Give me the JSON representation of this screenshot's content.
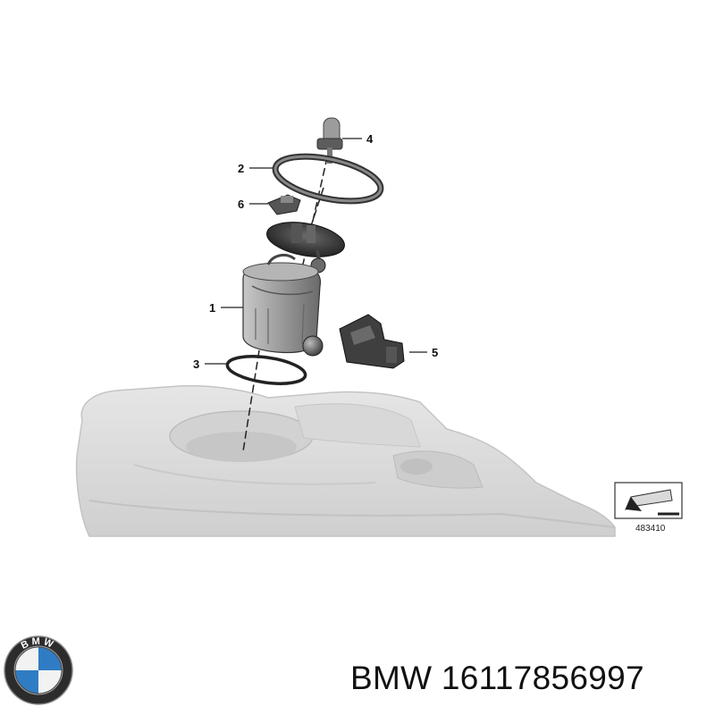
{
  "diagram": {
    "callouts": [
      {
        "id": "1",
        "label": "1"
      },
      {
        "id": "2",
        "label": "2"
      },
      {
        "id": "3",
        "label": "3"
      },
      {
        "id": "4",
        "label": "4"
      },
      {
        "id": "5",
        "label": "5"
      },
      {
        "id": "6",
        "label": "6"
      }
    ],
    "reference_code": "483410"
  },
  "brand": {
    "logo_text": "BMW",
    "caption_brand": "BMW",
    "part_number": "16117856997"
  },
  "colors": {
    "tank": "#dcdcdc",
    "part_dark": "#3a3a3a",
    "part_mid": "#8a8a8a",
    "logo_blue": "#2f7cc4"
  }
}
